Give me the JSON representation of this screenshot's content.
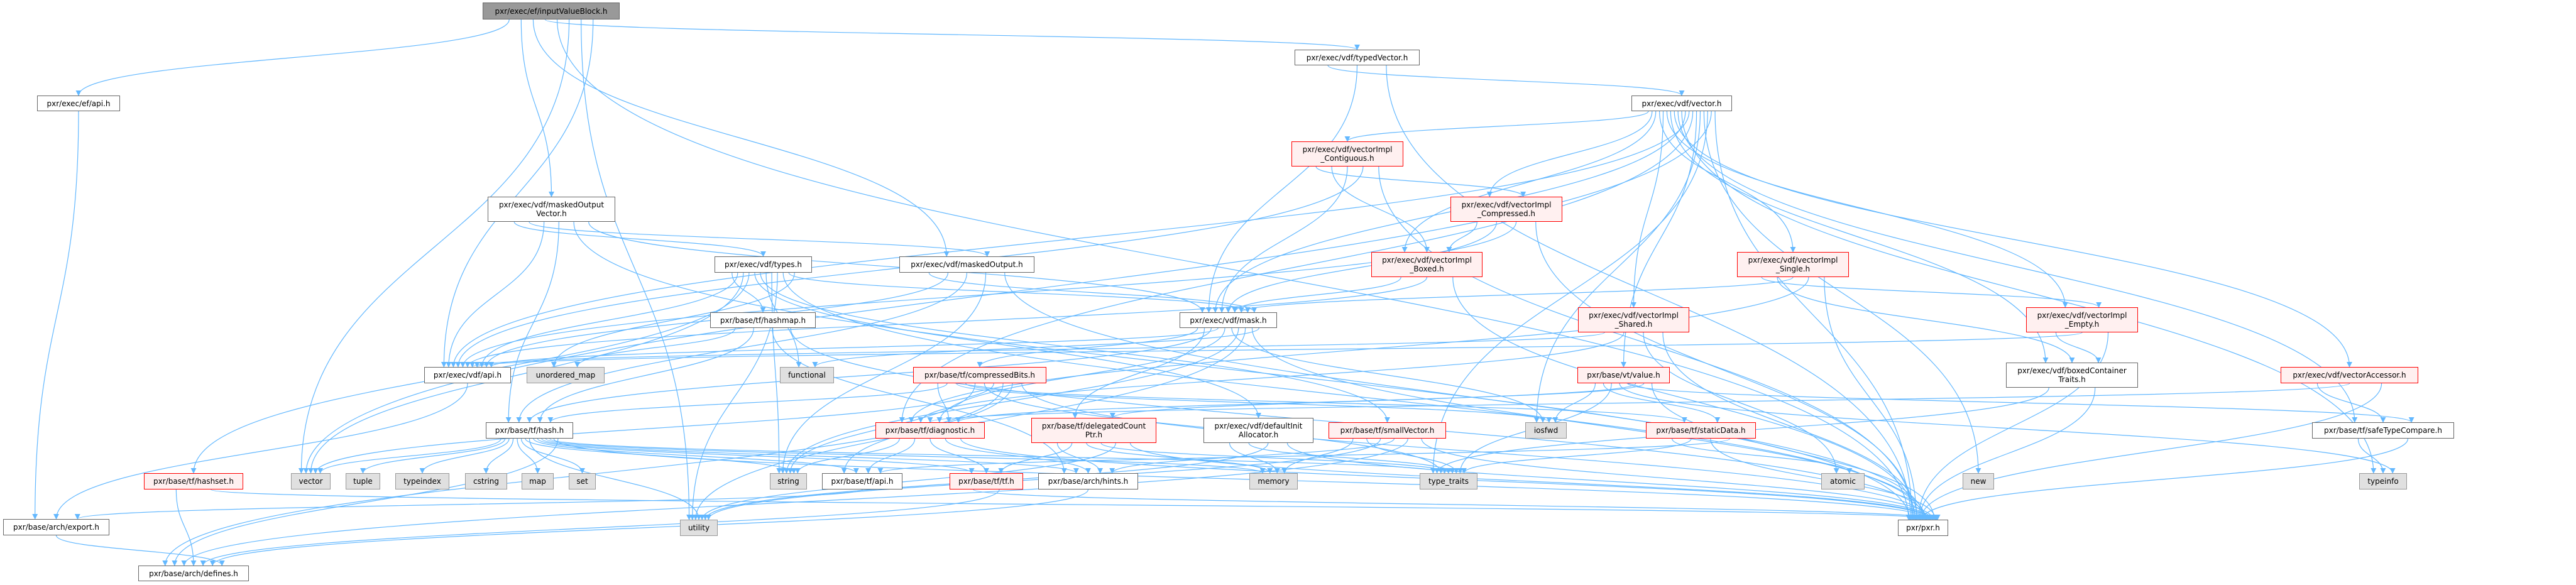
{
  "title": "pxr/exec/ef/inputValueBlock.h",
  "colors": {
    "edge": "#63b8ff",
    "root_fill": "#999999",
    "incomplete_border": "#ff0000",
    "incomplete_fill": "#fff0f0",
    "system_fill": "#e0e0e0"
  },
  "nodes": {
    "root": {
      "label": "pxr/exec/ef/inputValueBlock.h",
      "kind": "root"
    },
    "efapi": {
      "label": "pxr/exec/ef/api.h",
      "kind": "file"
    },
    "mov": {
      "label": "pxr/exec/vdf/maskedOutput\nVector.h",
      "kind": "file"
    },
    "typedvec": {
      "label": "pxr/exec/vdf/typedVector.h",
      "kind": "file"
    },
    "vech": {
      "label": "pxr/exec/vdf/vector.h",
      "kind": "file"
    },
    "contig": {
      "label": "pxr/exec/vdf/vectorImpl\n_Contiguous.h",
      "kind": "incomplete"
    },
    "compr": {
      "label": "pxr/exec/vdf/vectorImpl\n_Compressed.h",
      "kind": "incomplete"
    },
    "boxed": {
      "label": "pxr/exec/vdf/vectorImpl\n_Boxed.h",
      "kind": "incomplete"
    },
    "single": {
      "label": "pxr/exec/vdf/vectorImpl\n_Single.h",
      "kind": "incomplete"
    },
    "shared": {
      "label": "pxr/exec/vdf/vectorImpl\n_Shared.h",
      "kind": "incomplete"
    },
    "empty": {
      "label": "pxr/exec/vdf/vectorImpl\n_Empty.h",
      "kind": "incomplete"
    },
    "boxedtraits": {
      "label": "pxr/exec/vdf/boxedContainer\nTraits.h",
      "kind": "file"
    },
    "vacc": {
      "label": "pxr/exec/vdf/vectorAccessor.h",
      "kind": "incomplete"
    },
    "safe": {
      "label": "pxr/base/tf/safeTypeCompare.h",
      "kind": "file"
    },
    "typeinfo": {
      "label": "typeinfo",
      "kind": "system"
    },
    "types": {
      "label": "pxr/exec/vdf/types.h",
      "kind": "file"
    },
    "mo": {
      "label": "pxr/exec/vdf/maskedOutput.h",
      "kind": "file"
    },
    "mask": {
      "label": "pxr/exec/vdf/mask.h",
      "kind": "file"
    },
    "hashmap": {
      "label": "pxr/base/tf/hashmap.h",
      "kind": "file"
    },
    "vdfapi": {
      "label": "pxr/exec/vdf/api.h",
      "kind": "file"
    },
    "umap": {
      "label": "unordered_map",
      "kind": "system"
    },
    "functional": {
      "label": "functional",
      "kind": "system"
    },
    "cbits": {
      "label": "pxr/base/tf/compressedBits.h",
      "kind": "incomplete"
    },
    "hash": {
      "label": "pxr/base/tf/hash.h",
      "kind": "file"
    },
    "diag": {
      "label": "pxr/base/tf/diagnostic.h",
      "kind": "incomplete"
    },
    "dcp": {
      "label": "pxr/base/tf/delegatedCount\nPtr.h",
      "kind": "incomplete"
    },
    "dia": {
      "label": "pxr/exec/vdf/defaultInit\nAllocator.h",
      "kind": "file"
    },
    "smallvec": {
      "label": "pxr/base/tf/smallVector.h",
      "kind": "incomplete"
    },
    "value": {
      "label": "pxr/base/vt/value.h",
      "kind": "incomplete"
    },
    "iosfwd": {
      "label": "iosfwd",
      "kind": "system"
    },
    "static": {
      "label": "pxr/base/tf/staticData.h",
      "kind": "incomplete"
    },
    "hashset": {
      "label": "pxr/base/tf/hashset.h",
      "kind": "incomplete"
    },
    "vector": {
      "label": "vector",
      "kind": "system"
    },
    "tuple": {
      "label": "tuple",
      "kind": "system"
    },
    "typeindex": {
      "label": "typeindex",
      "kind": "system"
    },
    "cstring": {
      "label": "cstring",
      "kind": "system"
    },
    "map": {
      "label": "map",
      "kind": "system"
    },
    "set": {
      "label": "set",
      "kind": "system"
    },
    "string": {
      "label": "string",
      "kind": "system"
    },
    "tfapi": {
      "label": "pxr/base/tf/api.h",
      "kind": "file"
    },
    "tf": {
      "label": "pxr/base/tf/tf.h",
      "kind": "incomplete"
    },
    "hints": {
      "label": "pxr/base/arch/hints.h",
      "kind": "file"
    },
    "memory": {
      "label": "memory",
      "kind": "system"
    },
    "typetraits": {
      "label": "type_traits",
      "kind": "system"
    },
    "atomic": {
      "label": "atomic",
      "kind": "system"
    },
    "new": {
      "label": "new",
      "kind": "system"
    },
    "export": {
      "label": "pxr/base/arch/export.h",
      "kind": "file"
    },
    "defines": {
      "label": "pxr/base/arch/defines.h",
      "kind": "file"
    },
    "utility": {
      "label": "utility",
      "kind": "system"
    },
    "pxr": {
      "label": "pxr/pxr.h",
      "kind": "file"
    }
  },
  "edges": [
    [
      "root",
      "efapi"
    ],
    [
      "root",
      "mov"
    ],
    [
      "root",
      "mo"
    ],
    [
      "root",
      "typedvec"
    ],
    [
      "root",
      "pxr"
    ],
    [
      "root",
      "vector"
    ],
    [
      "root",
      "utility"
    ],
    [
      "root",
      "vdfapi"
    ],
    [
      "efapi",
      "export"
    ],
    [
      "mov",
      "types"
    ],
    [
      "mov",
      "mo"
    ],
    [
      "mov",
      "vdfapi"
    ],
    [
      "mov",
      "hash"
    ],
    [
      "mov",
      "pxr"
    ],
    [
      "mov",
      "mask"
    ],
    [
      "typedvec",
      "vech"
    ],
    [
      "typedvec",
      "mask"
    ],
    [
      "typedvec",
      "pxr"
    ],
    [
      "vech",
      "contig"
    ],
    [
      "vech",
      "compr"
    ],
    [
      "vech",
      "boxed"
    ],
    [
      "vech",
      "single"
    ],
    [
      "vech",
      "shared"
    ],
    [
      "vech",
      "empty"
    ],
    [
      "vech",
      "boxedtraits"
    ],
    [
      "vech",
      "vacc"
    ],
    [
      "vech",
      "safe"
    ],
    [
      "vech",
      "typeinfo"
    ],
    [
      "vech",
      "mask"
    ],
    [
      "vech",
      "vdfapi"
    ],
    [
      "vech",
      "diag"
    ],
    [
      "vech",
      "value"
    ],
    [
      "vech",
      "iosfwd"
    ],
    [
      "vech",
      "new"
    ],
    [
      "vech",
      "typetraits"
    ],
    [
      "vech",
      "vector"
    ],
    [
      "vech",
      "pxr"
    ],
    [
      "contig",
      "compr"
    ],
    [
      "contig",
      "boxed"
    ],
    [
      "contig",
      "mask"
    ],
    [
      "contig",
      "vdfapi"
    ],
    [
      "contig",
      "pxr"
    ],
    [
      "compr",
      "boxed"
    ],
    [
      "compr",
      "mask"
    ],
    [
      "compr",
      "vdfapi"
    ],
    [
      "compr",
      "pxr"
    ],
    [
      "boxed",
      "mask"
    ],
    [
      "boxed",
      "vdfapi"
    ],
    [
      "boxed",
      "pxr"
    ],
    [
      "single",
      "empty"
    ],
    [
      "single",
      "boxedtraits"
    ],
    [
      "single",
      "mask"
    ],
    [
      "single",
      "diag"
    ],
    [
      "single",
      "pxr"
    ],
    [
      "shared",
      "vdfapi"
    ],
    [
      "shared",
      "diag"
    ],
    [
      "shared",
      "atomic"
    ],
    [
      "shared",
      "pxr"
    ],
    [
      "empty",
      "boxedtraits"
    ],
    [
      "empty",
      "vdfapi"
    ],
    [
      "empty",
      "pxr"
    ],
    [
      "boxedtraits",
      "typetraits"
    ],
    [
      "boxedtraits",
      "pxr"
    ],
    [
      "vacc",
      "safe"
    ],
    [
      "vacc",
      "diag"
    ],
    [
      "vacc",
      "pxr"
    ],
    [
      "safe",
      "typeinfo"
    ],
    [
      "safe",
      "pxr"
    ],
    [
      "types",
      "hashmap"
    ],
    [
      "types",
      "vdfapi"
    ],
    [
      "types",
      "vector"
    ],
    [
      "types",
      "hashset"
    ],
    [
      "types",
      "dia"
    ],
    [
      "types",
      "smallvec"
    ],
    [
      "types",
      "functional"
    ],
    [
      "types",
      "string"
    ],
    [
      "types",
      "utility"
    ],
    [
      "types",
      "pxr"
    ],
    [
      "types",
      "mask"
    ],
    [
      "types",
      "umap"
    ],
    [
      "mo",
      "mask"
    ],
    [
      "mo",
      "vdfapi"
    ],
    [
      "mo",
      "hash"
    ],
    [
      "mo",
      "string"
    ],
    [
      "mo",
      "pxr"
    ],
    [
      "mask",
      "cbits"
    ],
    [
      "mask",
      "dcp"
    ],
    [
      "mask",
      "hash"
    ],
    [
      "mask",
      "vdfapi"
    ],
    [
      "mask",
      "diag"
    ],
    [
      "mask",
      "iosfwd"
    ],
    [
      "mask",
      "string"
    ],
    [
      "mask",
      "utility"
    ],
    [
      "mask",
      "pxr"
    ],
    [
      "mask",
      "functional"
    ],
    [
      "hashmap",
      "umap"
    ],
    [
      "hashmap",
      "hash"
    ],
    [
      "hashmap",
      "hints"
    ],
    [
      "hashmap",
      "pxr"
    ],
    [
      "vdfapi",
      "export"
    ],
    [
      "cbits",
      "diag"
    ],
    [
      "cbits",
      "hash"
    ],
    [
      "cbits",
      "iosfwd"
    ],
    [
      "cbits",
      "static"
    ],
    [
      "cbits",
      "string"
    ],
    [
      "cbits",
      "typetraits"
    ],
    [
      "cbits",
      "vector"
    ],
    [
      "cbits",
      "tfapi"
    ],
    [
      "cbits",
      "defines"
    ],
    [
      "cbits",
      "pxr"
    ],
    [
      "hash",
      "vector"
    ],
    [
      "hash",
      "tuple"
    ],
    [
      "hash",
      "typeindex"
    ],
    [
      "hash",
      "cstring"
    ],
    [
      "hash",
      "map"
    ],
    [
      "hash",
      "set"
    ],
    [
      "hash",
      "string"
    ],
    [
      "hash",
      "utility"
    ],
    [
      "hash",
      "tfapi"
    ],
    [
      "hash",
      "tf"
    ],
    [
      "hash",
      "hints"
    ],
    [
      "hash",
      "memory"
    ],
    [
      "hash",
      "typetraits"
    ],
    [
      "hash",
      "pxr"
    ],
    [
      "hash",
      "defines"
    ],
    [
      "diag",
      "string"
    ],
    [
      "diag",
      "tfapi"
    ],
    [
      "diag",
      "tf"
    ],
    [
      "diag",
      "hints"
    ],
    [
      "diag",
      "pxr"
    ],
    [
      "dcp",
      "hints"
    ],
    [
      "dcp",
      "tf"
    ],
    [
      "dcp",
      "memory"
    ],
    [
      "dcp",
      "typetraits"
    ],
    [
      "dcp",
      "utility"
    ],
    [
      "dcp",
      "pxr"
    ],
    [
      "dia",
      "memory"
    ],
    [
      "dia",
      "typetraits"
    ],
    [
      "dia",
      "utility"
    ],
    [
      "dia",
      "pxr"
    ],
    [
      "smallvec",
      "memory"
    ],
    [
      "smallvec",
      "typetraits"
    ],
    [
      "smallvec",
      "utility"
    ],
    [
      "smallvec",
      "hints"
    ],
    [
      "smallvec",
      "defines"
    ],
    [
      "smallvec",
      "pxr"
    ],
    [
      "value",
      "iosfwd"
    ],
    [
      "value",
      "static"
    ],
    [
      "value",
      "typetraits"
    ],
    [
      "value",
      "typeinfo"
    ],
    [
      "value",
      "safe"
    ],
    [
      "value",
      "diag"
    ],
    [
      "value",
      "dcp"
    ],
    [
      "value",
      "pxr"
    ],
    [
      "static",
      "atomic"
    ],
    [
      "static",
      "typetraits"
    ],
    [
      "static",
      "pxr"
    ],
    [
      "static",
      "tfapi"
    ],
    [
      "hashset",
      "defines"
    ],
    [
      "hashset",
      "pxr"
    ],
    [
      "tf",
      "pxr"
    ],
    [
      "tf",
      "defines"
    ],
    [
      "tfapi",
      "export"
    ],
    [
      "hints",
      "defines"
    ],
    [
      "export",
      "defines"
    ]
  ]
}
